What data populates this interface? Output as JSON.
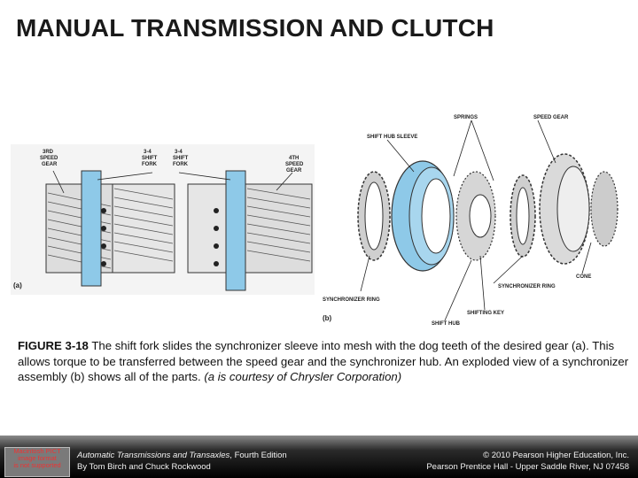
{
  "title": "MANUAL TRANSMISSION AND CLUTCH",
  "figure_a": {
    "panel_label": "(a)",
    "labels": {
      "gear3": [
        "3RD",
        "SPEED",
        "GEAR"
      ],
      "fork_left": [
        "3-4",
        "SHIFT",
        "FORK"
      ],
      "fork_right": [
        "3-4",
        "SHIFT",
        "FORK"
      ],
      "gear4": [
        "4TH",
        "SPEED",
        "GEAR"
      ]
    }
  },
  "figure_b": {
    "panel_label": "(b)",
    "labels": {
      "springs": "SPRINGS",
      "speed_gear": "SPEED GEAR",
      "shift_hub_sleeve": "SHIFT HUB SLEEVE",
      "synchronizer_ring_left": "SYNCHRONIZER RING",
      "synchronizer_ring_right": "SYNCHRONIZER RING",
      "cone": "CONE",
      "shifting_key": "SHIFTING KEY",
      "shift_hub": "SHIFT HUB"
    }
  },
  "caption": {
    "figure_number": "FIGURE 3-18",
    "text": " The shift fork slides the synchronizer sleeve into mesh with the dog teeth of the desired gear (a). This allows torque to be transferred between the speed gear and the synchronizer hub. An exploded view of a synchronizer assembly (b) shows all of the parts. ",
    "credit": "(a is courtesy of Chrysler Corporation)"
  },
  "footer": {
    "logo_lines": [
      "Macintosh PICT",
      "image format",
      "is not supported"
    ],
    "book_title": "Automatic Transmissions and Transaxles",
    "edition": ", Fourth Edition",
    "authors": "By Tom Birch and Chuck Rockwood",
    "copyright": "© 2010 Pearson Higher Education, Inc.",
    "publisher": "Pearson Prentice Hall - Upper Saddle River, NJ 07458"
  },
  "colors": {
    "sleeve_blue": "#8ec9e8",
    "footer_bg": "#000000"
  }
}
